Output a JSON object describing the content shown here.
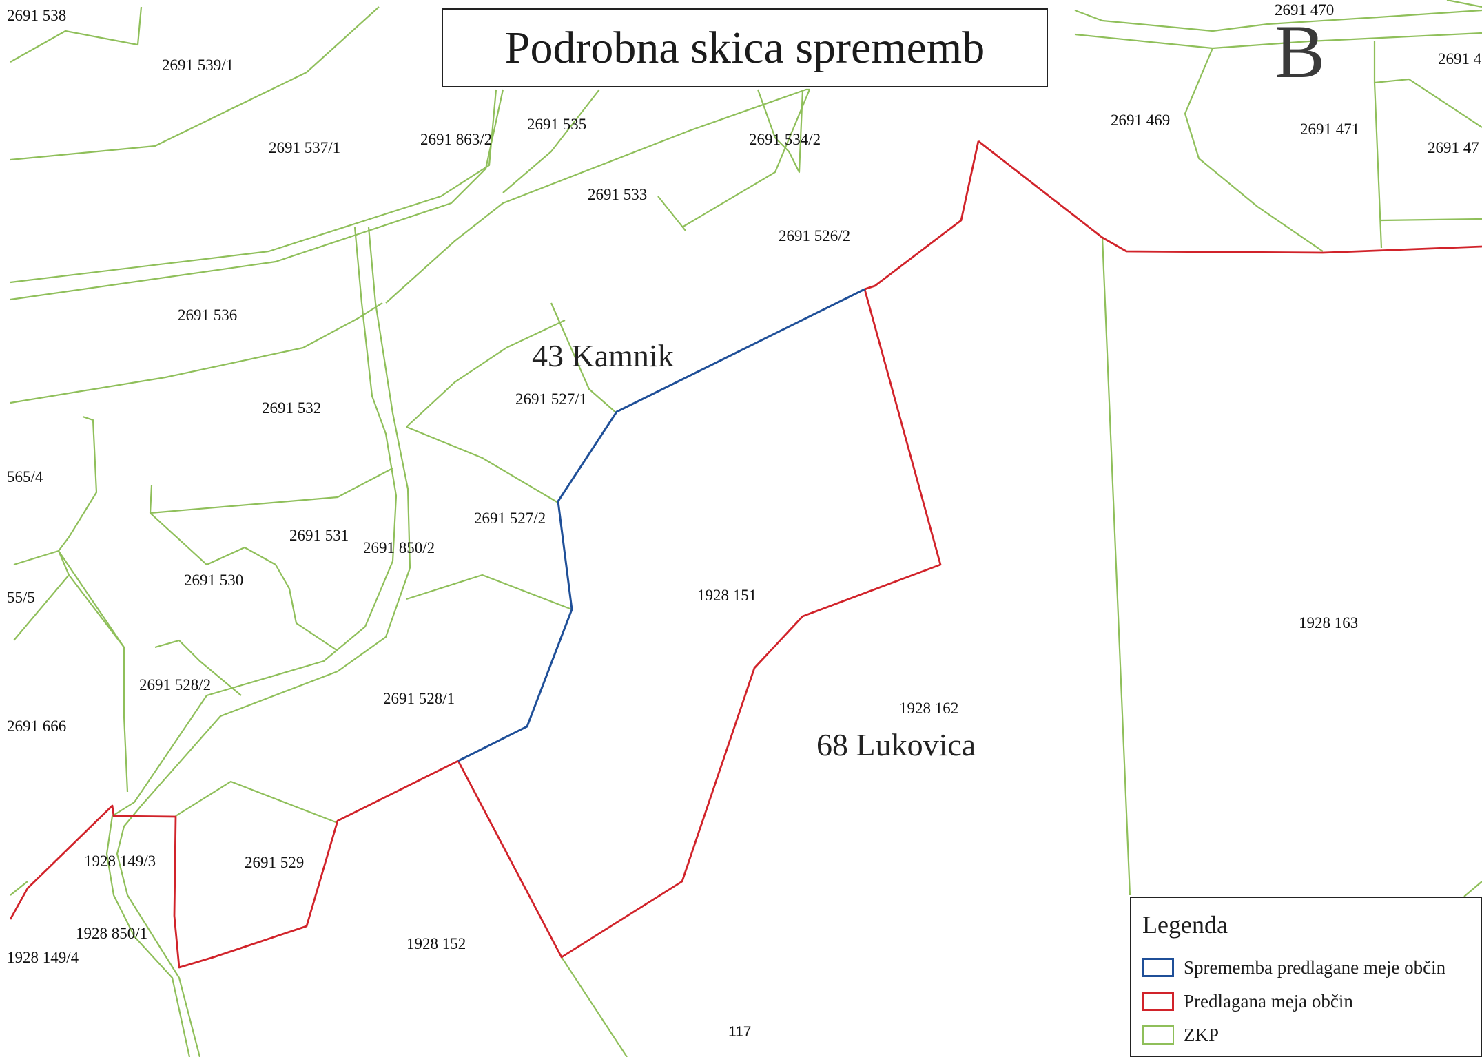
{
  "title": "Podrobna skica sprememb",
  "sheet_letter": "B",
  "municipalities": {
    "kamnik": "43 Kamnik",
    "lukovica": "68 Lukovica"
  },
  "parcels": {
    "p1": "2691 538",
    "p2": "2691 539/1",
    "p3": "2691 537/1",
    "p4": "2691 863/2",
    "p5": "2691 535",
    "p6": "2691 534/2",
    "p7": "2691 533",
    "p8": "2691 526/2",
    "p9": "2691 536",
    "p10": "2691 527/1",
    "p11": "2691 532",
    "p12": "565/4",
    "p13": "2691 527/2",
    "p14": "2691 531",
    "p15": "2691 850/2",
    "p16": "2691 530",
    "p17": "55/5",
    "p18": "1928 151",
    "p19": "2691 528/2",
    "p20": "2691 528/1",
    "p21": "2691 666",
    "p22": "1928 162",
    "p23": "1928 149/3",
    "p24": "2691 529",
    "p25": "1928 850/1",
    "p26": "1928 149/4",
    "p27": "1928 152",
    "p28": "2691 469",
    "p29": "2691 471",
    "p30": "2691 47",
    "p31": "2691 4",
    "p32": "2691 470",
    "p33": "1928 163"
  },
  "page_number": "117",
  "legend": {
    "title": "Legenda",
    "items": [
      {
        "label": "Sprememba predlagane meje občin",
        "color": "#1f4f98"
      },
      {
        "label": "Predlagana meja občin",
        "color": "#d1232a"
      },
      {
        "label": "ZKP",
        "color": "#8fbf5a"
      }
    ]
  }
}
